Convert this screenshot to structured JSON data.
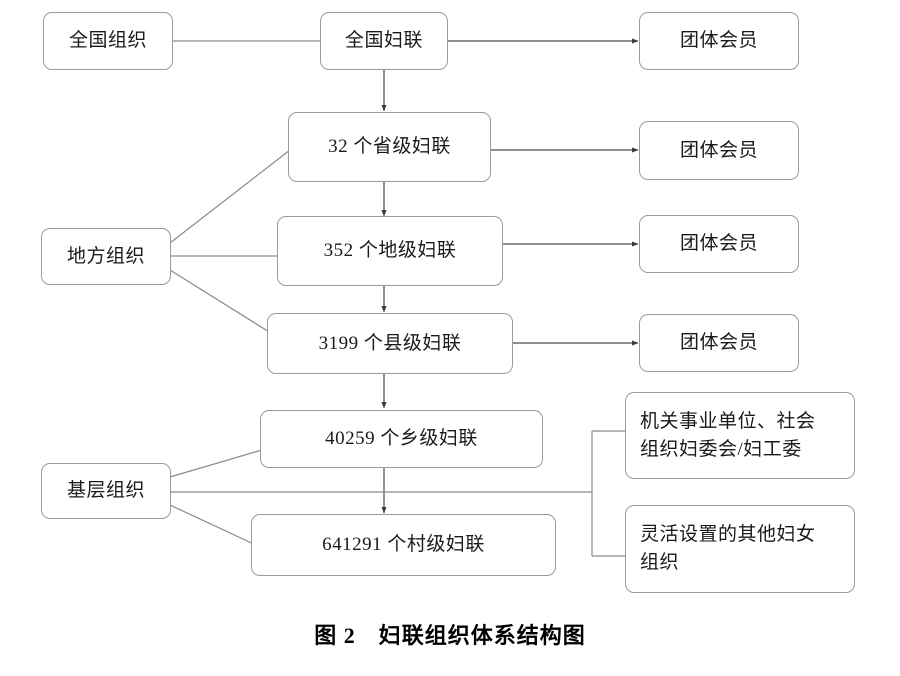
{
  "figure": {
    "caption": "图 2　妇联组织体系结构图",
    "background_color": "#ffffff",
    "line_color": "#8a8a8a",
    "box_border_color": "#9a9a9a",
    "text_color": "#1a1a1a"
  },
  "levels": {
    "national": {
      "label": "全国组织"
    },
    "local": {
      "label": "地方组织"
    },
    "grassroots": {
      "label": "基层组织"
    }
  },
  "federations": {
    "national": {
      "label": "全国妇联"
    },
    "provincial": {
      "label": "32 个省级妇联"
    },
    "prefecture": {
      "label": "352 个地级妇联"
    },
    "county": {
      "label": "3199 个县级妇联"
    },
    "township": {
      "label": "40259 个乡级妇联"
    },
    "village": {
      "label": "641291 个村级妇联"
    }
  },
  "members": [
    {
      "label": "团体会员"
    },
    {
      "label": "团体会员"
    },
    {
      "label": "团体会员"
    },
    {
      "label": "团体会员"
    }
  ],
  "grassroots_units": [
    {
      "label": "机关事业单位、社会\n组织妇委会/妇工委"
    },
    {
      "label": "灵活设置的其他妇女\n组织"
    }
  ],
  "chart_data": {
    "type": "diagram",
    "title": "图 2　妇联组织体系结构图",
    "nodes": [
      {
        "id": "national-level",
        "label": "全国组织",
        "group": "level"
      },
      {
        "id": "local-level",
        "label": "地方组织",
        "group": "level"
      },
      {
        "id": "grassroots-level",
        "label": "基层组织",
        "group": "level"
      },
      {
        "id": "acwf",
        "label": "全国妇联",
        "group": "federation"
      },
      {
        "id": "provincial",
        "label": "32 个省级妇联",
        "group": "federation",
        "count": 32
      },
      {
        "id": "prefecture",
        "label": "352 个地级妇联",
        "group": "federation",
        "count": 352
      },
      {
        "id": "county",
        "label": "3199 个县级妇联",
        "group": "federation",
        "count": 3199
      },
      {
        "id": "township",
        "label": "40259 个乡级妇联",
        "group": "federation",
        "count": 40259
      },
      {
        "id": "village",
        "label": "641291 个村级妇联",
        "group": "federation",
        "count": 641291
      },
      {
        "id": "member-1",
        "label": "团体会员",
        "group": "member"
      },
      {
        "id": "member-2",
        "label": "团体会员",
        "group": "member"
      },
      {
        "id": "member-3",
        "label": "团体会员",
        "group": "member"
      },
      {
        "id": "member-4",
        "label": "团体会员",
        "group": "member"
      },
      {
        "id": "unit-1",
        "label": "机关事业单位、社会组织妇委会/妇工委",
        "group": "grassroots-unit"
      },
      {
        "id": "unit-2",
        "label": "灵活设置的其他妇女组织",
        "group": "grassroots-unit"
      }
    ],
    "edges": [
      {
        "from": "national-level",
        "to": "acwf",
        "arrow": false
      },
      {
        "from": "acwf",
        "to": "member-1",
        "arrow": true
      },
      {
        "from": "acwf",
        "to": "provincial",
        "arrow": true
      },
      {
        "from": "local-level",
        "to": "provincial",
        "arrow": false
      },
      {
        "from": "local-level",
        "to": "prefecture",
        "arrow": false
      },
      {
        "from": "local-level",
        "to": "county",
        "arrow": false
      },
      {
        "from": "provincial",
        "to": "member-2",
        "arrow": true
      },
      {
        "from": "provincial",
        "to": "prefecture",
        "arrow": true
      },
      {
        "from": "prefecture",
        "to": "member-3",
        "arrow": true
      },
      {
        "from": "prefecture",
        "to": "county",
        "arrow": true
      },
      {
        "from": "county",
        "to": "member-4",
        "arrow": true
      },
      {
        "from": "county",
        "to": "township",
        "arrow": true
      },
      {
        "from": "township",
        "to": "village",
        "arrow": true
      },
      {
        "from": "grassroots-level",
        "to": "township",
        "arrow": false
      },
      {
        "from": "grassroots-level",
        "to": "village",
        "arrow": false
      },
      {
        "from": "grassroots-level",
        "to": "unit-1",
        "arrow": false
      },
      {
        "from": "grassroots-level",
        "to": "unit-2",
        "arrow": false
      }
    ]
  }
}
